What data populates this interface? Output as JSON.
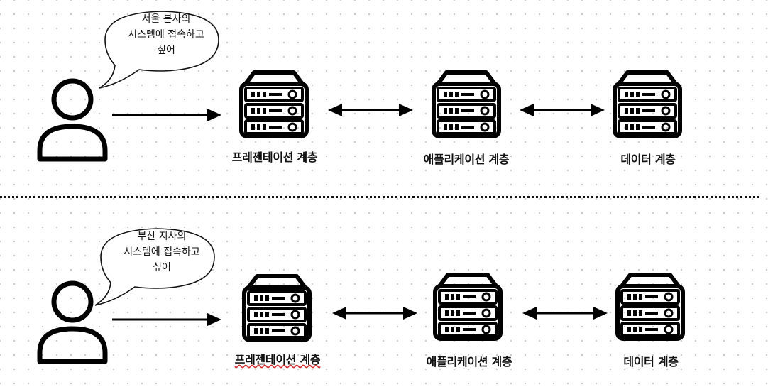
{
  "diagram": {
    "divider_style": "dotted",
    "line_color": "#111111",
    "panels": [
      {
        "user": {
          "speech": "서울 본사의\n시스템에 접속하고\n싶어"
        },
        "tiers": [
          {
            "label": "프레젠테이션 계층"
          },
          {
            "label": "애플리케이션 계층"
          },
          {
            "label": "데이터 계층"
          }
        ]
      },
      {
        "user": {
          "speech": "부산 지사의\n시스템에 접속하고\n싶어"
        },
        "tiers": [
          {
            "label": "프레젠테이션 계층"
          },
          {
            "label": "애플리케이션 계층"
          },
          {
            "label": "데이터 계층"
          }
        ]
      }
    ]
  }
}
